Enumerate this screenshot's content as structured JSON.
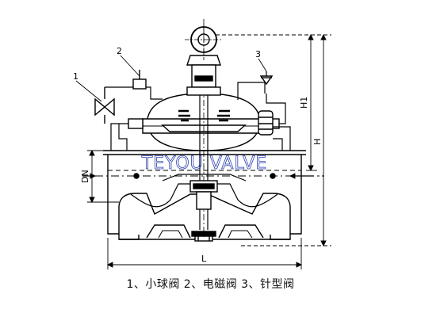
{
  "diagram": {
    "callouts": [
      "1",
      "2",
      "3"
    ],
    "dimensions": {
      "dn": "DN",
      "h1": "H1",
      "h": "H",
      "l": "L"
    },
    "watermark": "TEYOU VALVE",
    "caption": "1、小球阀 2、电磁阀   3、针型阀",
    "colors": {
      "line": "#000000",
      "watermark": "#2a3fb0",
      "background": "#ffffff"
    }
  }
}
